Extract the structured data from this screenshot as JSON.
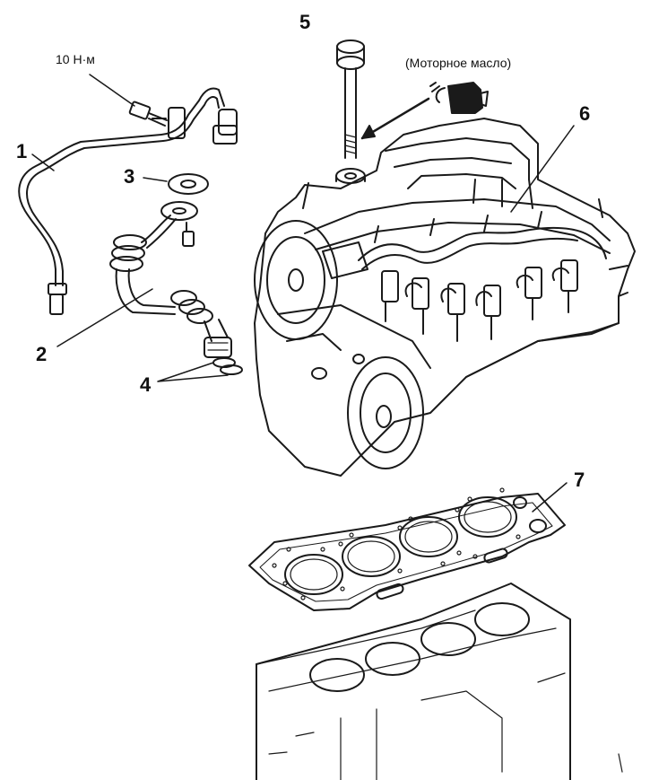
{
  "torque_label": "10 Н·м",
  "oil_note": "(Моторное масло)",
  "callouts": {
    "c1": "1",
    "c2": "2",
    "c3": "3",
    "c4": "4",
    "c5": "5",
    "c6": "6",
    "c7": "7"
  }
}
